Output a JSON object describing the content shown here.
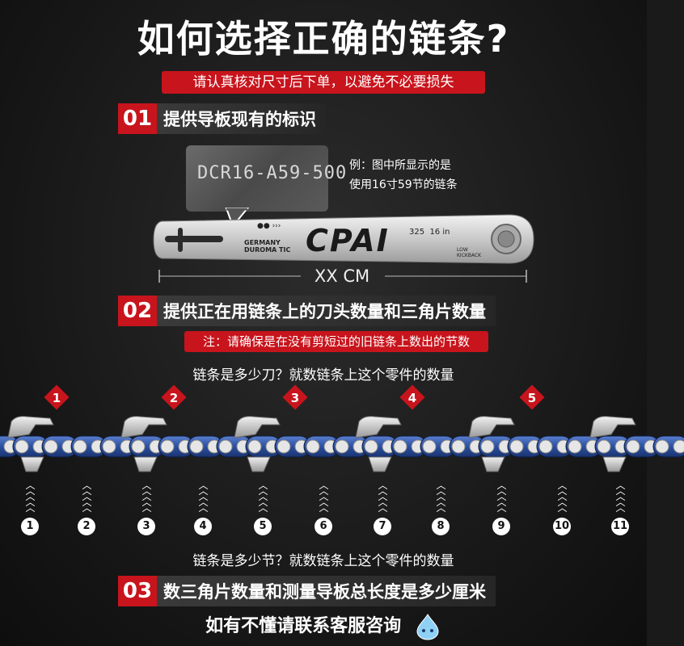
{
  "title": "如何选择正确的链条?",
  "notice": "请认真核对尺寸后下单，以避免不必要损失",
  "steps": [
    {
      "num": "01",
      "text": "提供导板现有的标识"
    },
    {
      "num": "02",
      "text": "提供正在用链条上的刀头数量和三角片数量"
    },
    {
      "num": "03",
      "text": "数三角片数量和测量导板总长度是多少厘米"
    }
  ],
  "photo_label": "DCR16-A59-500",
  "example": {
    "line1": "例：图中所显示的是",
    "line2": "使用16寸59节的链条"
  },
  "bar": {
    "brand": "CPAI",
    "small_left_1": "GERMANY",
    "small_left_2": "DUROMA TIC",
    "size": "325  16 in",
    "badge_1": "LOW",
    "badge_2": "KICKBACK"
  },
  "dimension_label": "XX CM",
  "note": "注：请确保是在没有剪短过的旧链条上数出的节数",
  "cutter_question": "链条是多少刀？就数链条上这个零件的数量",
  "cutter_markers": [
    "1",
    "2",
    "3",
    "4",
    "5"
  ],
  "link_numbers": [
    "1",
    "2",
    "3",
    "4",
    "5",
    "6",
    "7",
    "8",
    "9",
    "10",
    "11"
  ],
  "link_question": "链条是多少节？就数链条上这个零件的数量",
  "customer_service": "如有不懂请联系客服咨询",
  "colors": {
    "accent": "#c8141c",
    "chain_blue": "#2a4fa0",
    "background": "#1a1a1a"
  }
}
